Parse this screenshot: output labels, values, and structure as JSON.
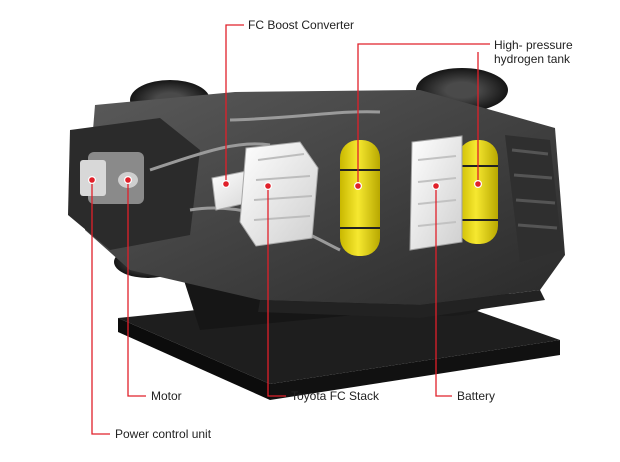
{
  "labels": {
    "fc_boost_converter": "FC Boost Converter",
    "hydrogen_tank_line1": "High- pressure",
    "hydrogen_tank_line2": "hydrogen tank",
    "motor": "Motor",
    "toyota_fc_stack": "Toyota FC Stack",
    "battery": "Battery",
    "power_control_unit": "Power control unit"
  },
  "colors": {
    "leader_line": "#e0202a",
    "tank_yellow": "#f2e21a",
    "component_white": "#f2f2f2",
    "chassis_dark": "#3c3c3c",
    "stand_black": "#141414",
    "label_text": "#222222"
  }
}
